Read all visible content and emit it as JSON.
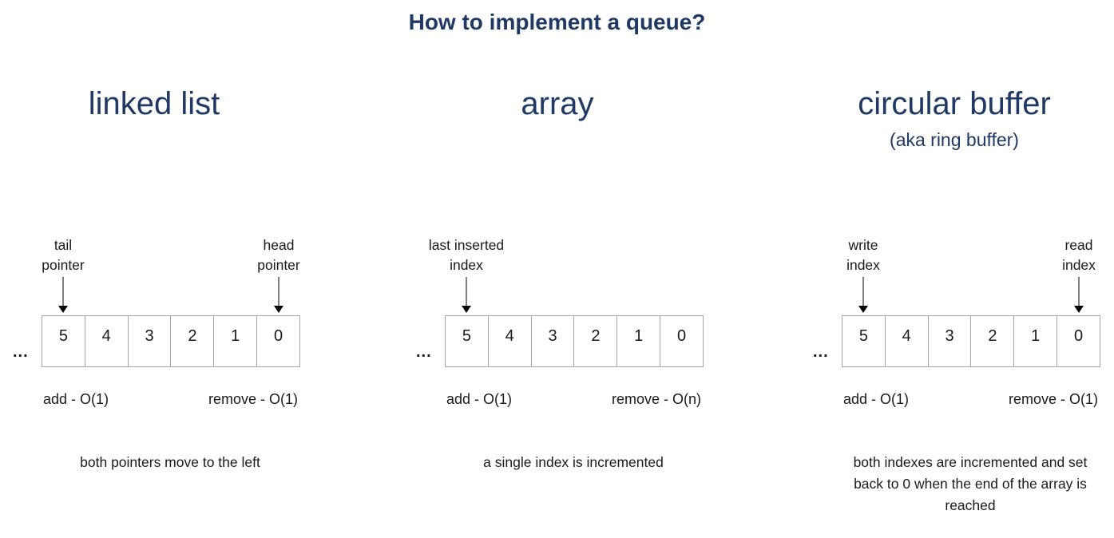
{
  "title": "How to implement a queue?",
  "colors": {
    "heading_navy": "#1f3864",
    "body_text": "#1a1a1a",
    "cell_border": "#a6a6a6",
    "arrow_shaft": "#7f7f7f",
    "arrow_head": "#000000",
    "background": "#ffffff"
  },
  "columns": [
    {
      "heading": "linked list",
      "subheading": "",
      "left_pointer": {
        "line1": "tail",
        "line2": "pointer"
      },
      "right_pointer": {
        "line1": "head",
        "line2": "pointer"
      },
      "ellipsis": "...",
      "cells": [
        "5",
        "4",
        "3",
        "2",
        "1",
        "0"
      ],
      "add_complexity": "add - O(1)",
      "remove_complexity": "remove - O(1)",
      "description": "both pointers move to the left"
    },
    {
      "heading": "array",
      "subheading": "",
      "left_pointer": {
        "line1": "last inserted",
        "line2": "index"
      },
      "right_pointer": null,
      "ellipsis": "...",
      "cells": [
        "5",
        "4",
        "3",
        "2",
        "1",
        "0"
      ],
      "add_complexity": "add - O(1)",
      "remove_complexity": "remove - O(n)",
      "description": "a single index is incremented"
    },
    {
      "heading": "circular buffer",
      "subheading": "(aka ring buffer)",
      "left_pointer": {
        "line1": "write",
        "line2": "index"
      },
      "right_pointer": {
        "line1": "read",
        "line2": "index"
      },
      "ellipsis": "...",
      "cells": [
        "5",
        "4",
        "3",
        "2",
        "1",
        "0"
      ],
      "add_complexity": "add - O(1)",
      "remove_complexity": "remove - O(1)",
      "description": "both indexes are incremented and set back to 0 when the end of the array is reached"
    }
  ]
}
